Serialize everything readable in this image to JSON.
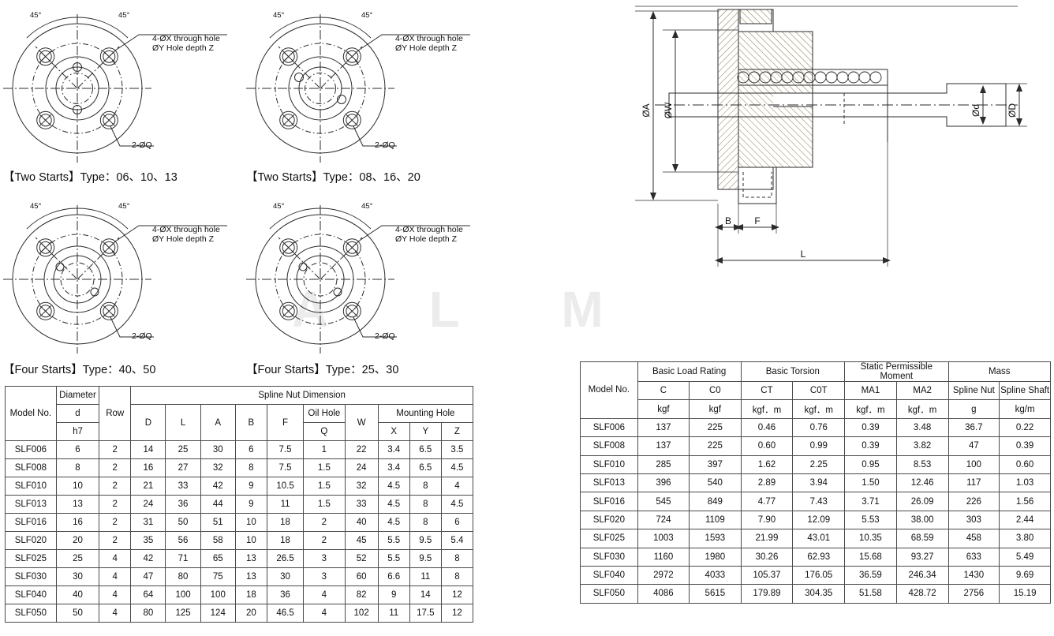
{
  "watermark": "A L M",
  "flange_views": [
    {
      "id": "two-starts-06-10-13",
      "caption": "【Two Starts】Type：06、10、13",
      "callout_line1": "4-ØX through hole",
      "callout_line2": "ØY Hole depth Z",
      "callout_bottom": "2-ØQ",
      "angle_left": "45°",
      "angle_right": "45°"
    },
    {
      "id": "two-starts-08-16-20",
      "caption": "【Two Starts】Type：08、16、20",
      "callout_line1": "4-ØX through hole",
      "callout_line2": "ØY Hole depth Z",
      "callout_bottom": "2-ØQ",
      "angle_left": "45°",
      "angle_right": "45°"
    },
    {
      "id": "four-starts-40-50",
      "caption": "【Four Starts】Type：40、50",
      "callout_line1": "4-ØX through hole",
      "callout_line2": "ØY Hole depth Z",
      "callout_bottom": "2-ØQ",
      "angle_left": "45°",
      "angle_right": "45°"
    },
    {
      "id": "four-starts-25-30",
      "caption": "【Four Starts】Type：25、30",
      "callout_line1": "4-ØX through hole",
      "callout_line2": "ØY Hole depth Z",
      "callout_bottom": "2-ØQ",
      "angle_left": "45°",
      "angle_right": "45°"
    }
  ],
  "section_view": {
    "dim_OA": "ØA",
    "dim_OW": "ØW",
    "dim_Od": "Ød",
    "dim_OD": "ØD",
    "dim_B": "B",
    "dim_F": "F",
    "dim_L": "L"
  },
  "dimension_table": {
    "headers": {
      "model_no": "Model No.",
      "diameter": "Diameter",
      "d": "d",
      "h7": "h7",
      "row": "Row",
      "spline_nut_dimension": "Spline Nut Dimension",
      "D": "D",
      "L": "L",
      "A": "A",
      "B": "B",
      "F": "F",
      "oil_hole": "Oil Hole",
      "Q": "Q",
      "W": "W",
      "mounting_hole": "Mounting Hole",
      "X": "X",
      "Y": "Y",
      "Z": "Z"
    },
    "rows": [
      {
        "model": "SLF006",
        "d": "6",
        "row": "2",
        "D": "14",
        "L": "25",
        "A": "30",
        "B": "6",
        "F": "7.5",
        "Q": "1",
        "W": "22",
        "X": "3.4",
        "Y": "6.5",
        "Z": "3.5"
      },
      {
        "model": "SLF008",
        "d": "8",
        "row": "2",
        "D": "16",
        "L": "27",
        "A": "32",
        "B": "8",
        "F": "7.5",
        "Q": "1.5",
        "W": "24",
        "X": "3.4",
        "Y": "6.5",
        "Z": "4.5"
      },
      {
        "model": "SLF010",
        "d": "10",
        "row": "2",
        "D": "21",
        "L": "33",
        "A": "42",
        "B": "9",
        "F": "10.5",
        "Q": "1.5",
        "W": "32",
        "X": "4.5",
        "Y": "8",
        "Z": "4"
      },
      {
        "model": "SLF013",
        "d": "13",
        "row": "2",
        "D": "24",
        "L": "36",
        "A": "44",
        "B": "9",
        "F": "11",
        "Q": "1.5",
        "W": "33",
        "X": "4.5",
        "Y": "8",
        "Z": "4.5"
      },
      {
        "model": "SLF016",
        "d": "16",
        "row": "2",
        "D": "31",
        "L": "50",
        "A": "51",
        "B": "10",
        "F": "18",
        "Q": "2",
        "W": "40",
        "X": "4.5",
        "Y": "8",
        "Z": "6"
      },
      {
        "model": "SLF020",
        "d": "20",
        "row": "2",
        "D": "35",
        "L": "56",
        "A": "58",
        "B": "10",
        "F": "18",
        "Q": "2",
        "W": "45",
        "X": "5.5",
        "Y": "9.5",
        "Z": "5.4"
      },
      {
        "model": "SLF025",
        "d": "25",
        "row": "4",
        "D": "42",
        "L": "71",
        "A": "65",
        "B": "13",
        "F": "26.5",
        "Q": "3",
        "W": "52",
        "X": "5.5",
        "Y": "9.5",
        "Z": "8"
      },
      {
        "model": "SLF030",
        "d": "30",
        "row": "4",
        "D": "47",
        "L": "80",
        "A": "75",
        "B": "13",
        "F": "30",
        "Q": "3",
        "W": "60",
        "X": "6.6",
        "Y": "11",
        "Z": "8"
      },
      {
        "model": "SLF040",
        "d": "40",
        "row": "4",
        "D": "64",
        "L": "100",
        "A": "100",
        "B": "18",
        "F": "36",
        "Q": "4",
        "W": "82",
        "X": "9",
        "Y": "14",
        "Z": "12"
      },
      {
        "model": "SLF050",
        "d": "50",
        "row": "4",
        "D": "80",
        "L": "125",
        "A": "124",
        "B": "20",
        "F": "46.5",
        "Q": "4",
        "W": "102",
        "X": "11",
        "Y": "17.5",
        "Z": "12"
      }
    ]
  },
  "load_table": {
    "headers": {
      "model_no": "Model No.",
      "basic_load_rating": "Basic Load Rating",
      "basic_torsion": "Basic Torsion",
      "static_permissible_moment": "Static Permissible Moment",
      "mass": "Mass",
      "C": "C",
      "C0": "C0",
      "CT": "CT",
      "C0T": "C0T",
      "MA1": "MA1",
      "MA2": "MA2",
      "spline_nut": "Spline Nut",
      "spline_shaft": "Spline Shaft"
    },
    "units": {
      "C": "kgf",
      "C0": "kgf",
      "CT": "kgf．m",
      "C0T": "kgf．m",
      "MA1": "kgf．m",
      "MA2": "kgf．m",
      "spline_nut": "g",
      "spline_shaft": "kg/m"
    },
    "rows": [
      {
        "model": "SLF006",
        "C": "137",
        "C0": "225",
        "CT": "0.46",
        "C0T": "0.76",
        "MA1": "0.39",
        "MA2": "3.48",
        "nut": "36.7",
        "shaft": "0.22"
      },
      {
        "model": "SLF008",
        "C": "137",
        "C0": "225",
        "CT": "0.60",
        "C0T": "0.99",
        "MA1": "0.39",
        "MA2": "3.82",
        "nut": "47",
        "shaft": "0.39"
      },
      {
        "model": "SLF010",
        "C": "285",
        "C0": "397",
        "CT": "1.62",
        "C0T": "2.25",
        "MA1": "0.95",
        "MA2": "8.53",
        "nut": "100",
        "shaft": "0.60"
      },
      {
        "model": "SLF013",
        "C": "396",
        "C0": "540",
        "CT": "2.89",
        "C0T": "3.94",
        "MA1": "1.50",
        "MA2": "12.46",
        "nut": "117",
        "shaft": "1.03"
      },
      {
        "model": "SLF016",
        "C": "545",
        "C0": "849",
        "CT": "4.77",
        "C0T": "7.43",
        "MA1": "3.71",
        "MA2": "26.09",
        "nut": "226",
        "shaft": "1.56"
      },
      {
        "model": "SLF020",
        "C": "724",
        "C0": "1109",
        "CT": "7.90",
        "C0T": "12.09",
        "MA1": "5.53",
        "MA2": "38.00",
        "nut": "303",
        "shaft": "2.44"
      },
      {
        "model": "SLF025",
        "C": "1003",
        "C0": "1593",
        "CT": "21.99",
        "C0T": "43.01",
        "MA1": "10.35",
        "MA2": "68.59",
        "nut": "458",
        "shaft": "3.80"
      },
      {
        "model": "SLF030",
        "C": "1160",
        "C0": "1980",
        "CT": "30.26",
        "C0T": "62.93",
        "MA1": "15.68",
        "MA2": "93.27",
        "nut": "633",
        "shaft": "5.49"
      },
      {
        "model": "SLF040",
        "C": "2972",
        "C0": "4033",
        "CT": "105.37",
        "C0T": "176.05",
        "MA1": "36.59",
        "MA2": "246.34",
        "nut": "1430",
        "shaft": "9.69"
      },
      {
        "model": "SLF050",
        "C": "4086",
        "C0": "5615",
        "CT": "179.89",
        "C0T": "304.35",
        "MA1": "51.58",
        "MA2": "428.72",
        "nut": "2756",
        "shaft": "15.19"
      }
    ]
  }
}
